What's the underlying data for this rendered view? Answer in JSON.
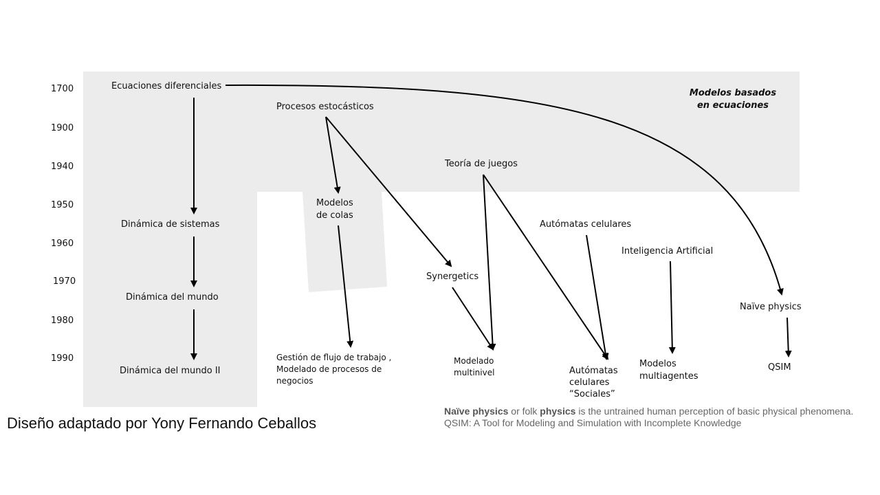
{
  "years": [
    "1700",
    "1900",
    "1940",
    "1950",
    "1960",
    "1970",
    "1980",
    "1990"
  ],
  "region_label": {
    "line1": "Modelos basados",
    "line2": "en ecuaciones"
  },
  "nodes": {
    "ecuaciones": "Ecuaciones diferenciales",
    "procesos": "Procesos estocásticos",
    "teoria_juegos": "Teoría de juegos",
    "dinamica_sistemas": "Dinámica de sistemas",
    "modelos_colas": [
      "Modelos",
      "de colas"
    ],
    "automatas": "Autómatas celulares",
    "inteligencia": "Inteligencia Artificial",
    "synergetics": "Synergetics",
    "dinamica_mundo": "Dinámica del mundo",
    "naive": "Naïve physics",
    "dinamica_mundo2": "Dinámica del mundo II",
    "gestion": [
      "Gestión de flujo de trabajo ,",
      "Modelado de procesos de",
      "negocios"
    ],
    "modelado_multinivel": [
      "Modelado",
      "multinivel"
    ],
    "automatas_sociales": [
      "Autómatas",
      "celulares",
      "“Sociales”"
    ],
    "multiagentes": [
      "Modelos",
      "multiagentes"
    ],
    "qsim": "QSIM"
  },
  "credit": "Diseño adaptado por Yony Fernando Ceballos",
  "notes": {
    "line1": {
      "t1": "Naïve physics",
      "t2": " or folk ",
      "t3": "physics",
      "t4": " is the untrained human perception of basic physical phenomena."
    },
    "line2": "QSIM: A Tool for Modeling and Simulation with Incomplete Knowledge"
  },
  "colors": {
    "region_fill": "#ececec",
    "arrow": "#000000",
    "note_text": "#666666"
  }
}
